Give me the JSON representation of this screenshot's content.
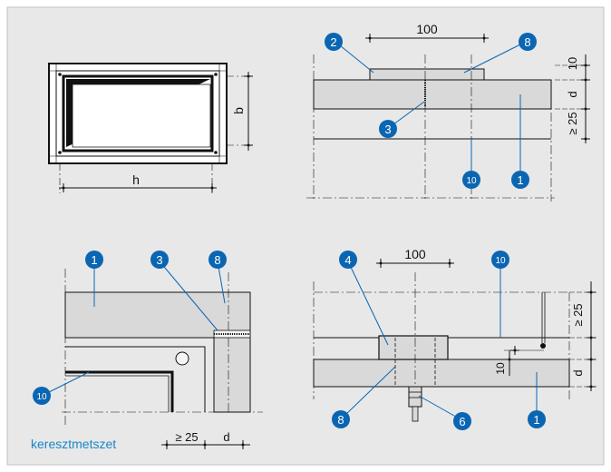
{
  "dimensions": {
    "h": "h",
    "b": "b",
    "width_100_top": "100",
    "width_100_bottom": "100",
    "top_10": "10",
    "d_top": "d",
    "ge25_top": "≥ 25",
    "ge25_right_bottom": "≥ 25",
    "ten_bottom": "10",
    "d_right_bottom": "d",
    "ge25_bottom_left": "≥ 25",
    "d_bottom_left": "d"
  },
  "callouts": {
    "c1": "1",
    "c2": "2",
    "c3": "3",
    "c4": "4",
    "c6": "6",
    "c8": "8",
    "c10": "10"
  },
  "caption": "keresztmetszet",
  "colors": {
    "background": "#e8e8e8",
    "frame_border": "#bfbfbf",
    "accent": "#0a66b2",
    "caption": "#1a86c6",
    "fill_light": "#d9d9d9",
    "line": "#111111"
  }
}
